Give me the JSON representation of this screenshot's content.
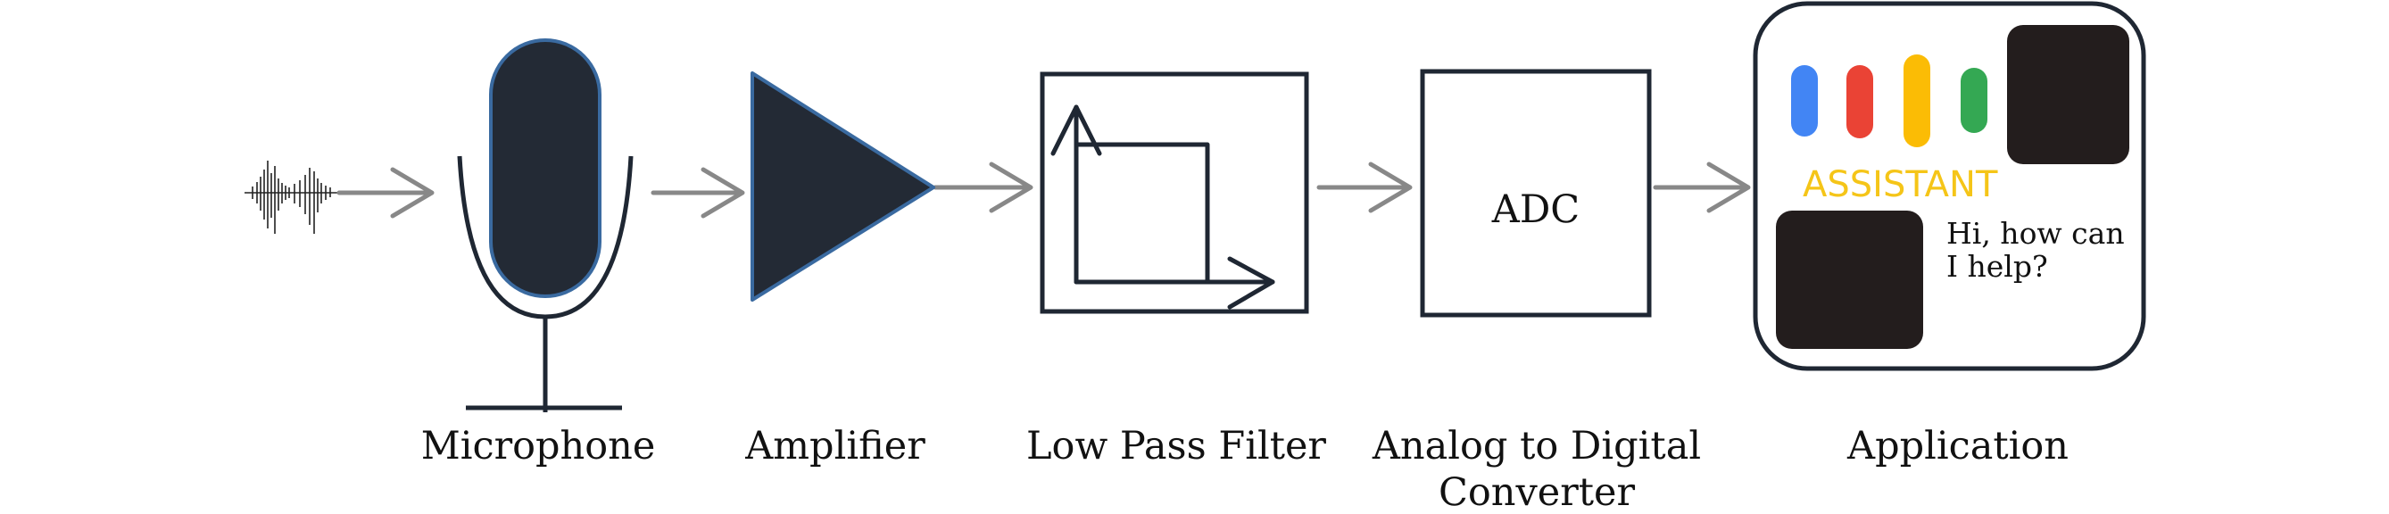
{
  "stages": [
    {
      "id": "microphone",
      "label_lines": [
        "Microphone"
      ]
    },
    {
      "id": "amplifier",
      "label_lines": [
        "Amplifier"
      ]
    },
    {
      "id": "low-pass-filter",
      "label_lines": [
        "Low Pass Filter"
      ]
    },
    {
      "id": "adc",
      "label_lines": [
        "Analog to Digital",
        "Converter"
      ],
      "box_text": "ADC"
    },
    {
      "id": "application",
      "label_lines": [
        "Application"
      ]
    }
  ],
  "application": {
    "assistant_label": "ASSISTANT",
    "chat_lines": [
      "Hi, how can",
      "I help?"
    ],
    "mic_dot_colors": [
      "#4285f4",
      "#ea4335",
      "#fbbc05",
      "#34a853"
    ]
  },
  "colors": {
    "stroke": "#1f2733",
    "fill_dark": "#232a35",
    "mic_outline": "#3a6aa0",
    "arrow": "#888888",
    "app_blocks": "#231d1d",
    "assistant_text": "#f5c518"
  }
}
